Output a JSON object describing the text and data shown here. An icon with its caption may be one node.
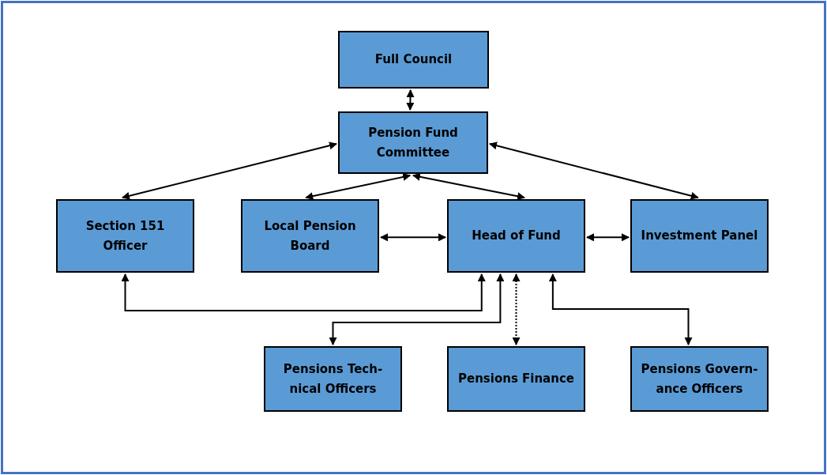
{
  "diagram": {
    "nodes": [
      {
        "text": [
          "Full Council"
        ]
      },
      {
        "text": [
          "Pension Fund Committee"
        ]
      },
      {
        "text": [
          "Section 151 Officer"
        ]
      },
      {
        "text": [
          "Local Pension Board"
        ]
      },
      {
        "text": [
          "Head of Fund"
        ]
      },
      {
        "text": [
          "Investment Panel"
        ]
      },
      {
        "text": [
          "Pensions Tech-nical Officers"
        ]
      },
      {
        "text": [
          "Pensions Finance"
        ]
      },
      {
        "text": [
          "Pensions Govern-ance Officers"
        ]
      }
    ],
    "edges": [
      {
        "from": 0,
        "to": 1,
        "arrow": "both"
      },
      {
        "from": 1,
        "to": 2,
        "arrow": "both"
      },
      {
        "from": 1,
        "to": 3,
        "arrow": "both"
      },
      {
        "from": 1,
        "to": 4,
        "arrow": "both"
      },
      {
        "from": 1,
        "to": 5,
        "arrow": "both"
      },
      {
        "from": 3,
        "to": 4,
        "arrow": "both"
      },
      {
        "from": 4,
        "to": 5,
        "arrow": "both"
      },
      {
        "from": 2,
        "to": 4,
        "arrow": "both"
      },
      {
        "from": 4,
        "to": 6,
        "arrow": "both"
      },
      {
        "from": 4,
        "to": 7,
        "arrow": "both",
        "style": "dashed"
      },
      {
        "from": 4,
        "to": 8,
        "arrow": "both"
      }
    ]
  }
}
